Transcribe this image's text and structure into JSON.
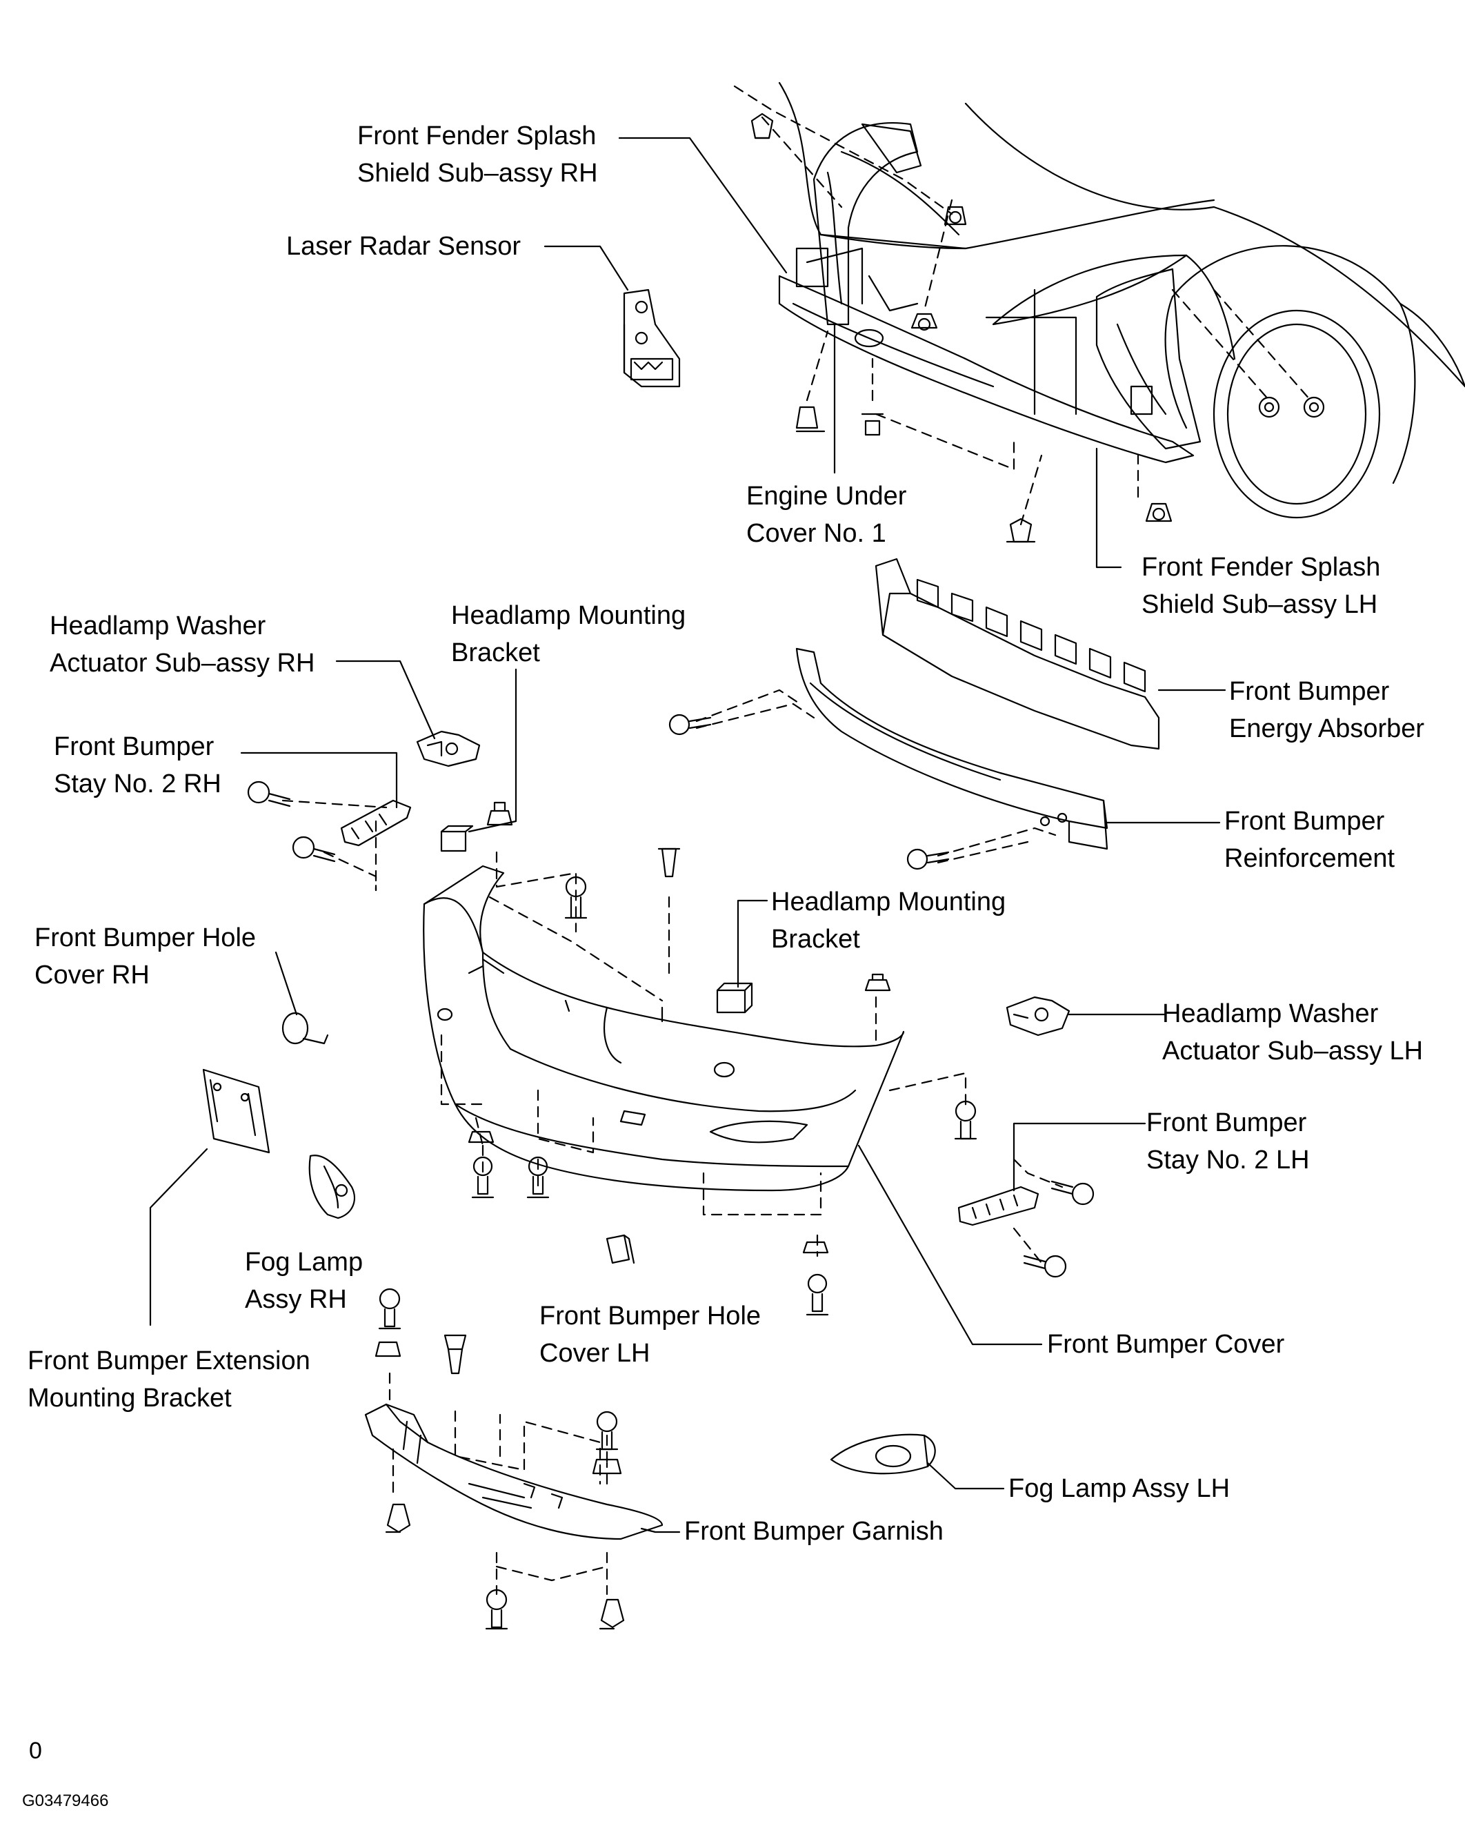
{
  "labels": {
    "front_fender_splash_shield_rh": "Front Fender Splash\nShield Sub–assy RH",
    "laser_radar_sensor": "Laser Radar Sensor",
    "engine_under_cover_no1": "Engine Under\nCover No. 1",
    "front_fender_splash_shield_lh": "Front Fender Splash\nShield Sub–assy LH",
    "headlamp_washer_actuator_rh": "Headlamp Washer\nActuator Sub–assy RH",
    "headlamp_mounting_bracket_top": "Headlamp Mounting\nBracket",
    "front_bumper_energy_absorber": "Front Bumper\nEnergy Absorber",
    "front_bumper_stay_no2_rh": "Front Bumper\nStay No. 2 RH",
    "front_bumper_reinforcement": "Front Bumper\nReinforcement",
    "headlamp_mounting_bracket_mid": "Headlamp Mounting\nBracket",
    "front_bumper_hole_cover_rh": "Front Bumper Hole\nCover RH",
    "headlamp_washer_actuator_lh": "Headlamp Washer\nActuator Sub–assy LH",
    "front_bumper_stay_no2_lh": "Front Bumper\nStay No. 2 LH",
    "fog_lamp_assy_rh": "Fog Lamp\nAssy RH",
    "front_bumper_hole_cover_lh": "Front Bumper Hole\nCover LH",
    "front_bumper_cover": "Front Bumper Cover",
    "front_bumper_extension_mounting_bracket": "Front Bumper Extension\nMounting Bracket",
    "fog_lamp_assy_lh": "Fog Lamp Assy LH",
    "front_bumper_garnish": "Front Bumper Garnish"
  },
  "footer": {
    "mark": "0",
    "figure_code": "G03479466"
  }
}
